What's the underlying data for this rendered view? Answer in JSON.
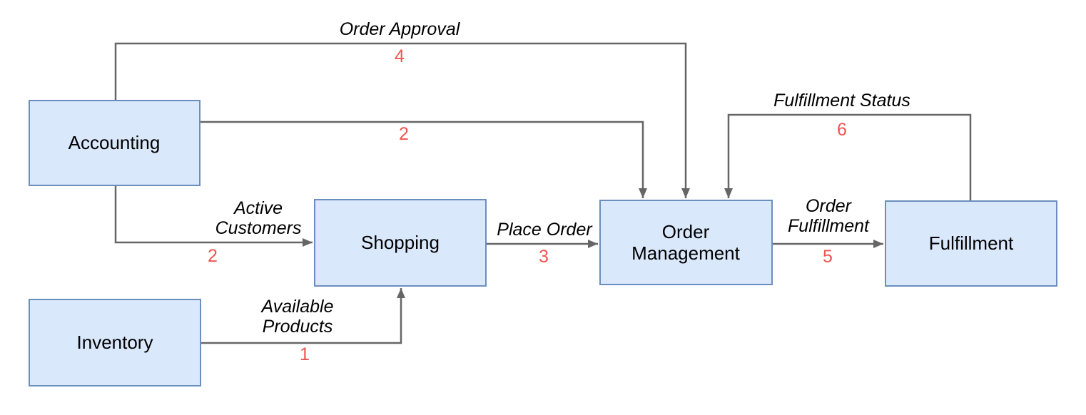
{
  "diagram": {
    "background": "#ffffff",
    "colors": {
      "node_fill": "#dae8fc",
      "node_border": "#6c8ebf",
      "edge_line": "#666666",
      "flow_number": "#f0544f",
      "label_text": "#000000"
    },
    "nodes": [
      {
        "id": "accounting",
        "label": "Accounting"
      },
      {
        "id": "inventory",
        "label": "Inventory"
      },
      {
        "id": "shopping",
        "label": "Shopping"
      },
      {
        "id": "order-management",
        "label": "Order Management",
        "label_lines": [
          "Order",
          "Management"
        ]
      },
      {
        "id": "fulfillment",
        "label": "Fulfillment"
      }
    ],
    "flows": [
      {
        "number": "1",
        "label": "Available Products",
        "label_lines": [
          "Available",
          "Products"
        ],
        "from": "inventory",
        "to": "shopping"
      },
      {
        "number": "2",
        "label": "Active Customers",
        "label_lines": [
          "Active",
          "Customers"
        ],
        "from": "accounting",
        "to": "shopping"
      },
      {
        "number": "2",
        "label": "",
        "from": "accounting",
        "to": "order-management"
      },
      {
        "number": "3",
        "label": "Place Order",
        "label_lines": [
          "Place Order"
        ],
        "from": "shopping",
        "to": "order-management"
      },
      {
        "number": "4",
        "label": "Order Approval",
        "label_lines": [
          "Order Approval"
        ],
        "from": "accounting",
        "to": "order-management"
      },
      {
        "number": "5",
        "label": "Order Fulfillment",
        "label_lines": [
          "Order",
          "Fulfillment"
        ],
        "from": "order-management",
        "to": "fulfillment"
      },
      {
        "number": "6",
        "label": "Fulfillment Status",
        "label_lines": [
          "Fulfillment Status"
        ],
        "from": "fulfillment",
        "to": "order-management"
      }
    ]
  }
}
